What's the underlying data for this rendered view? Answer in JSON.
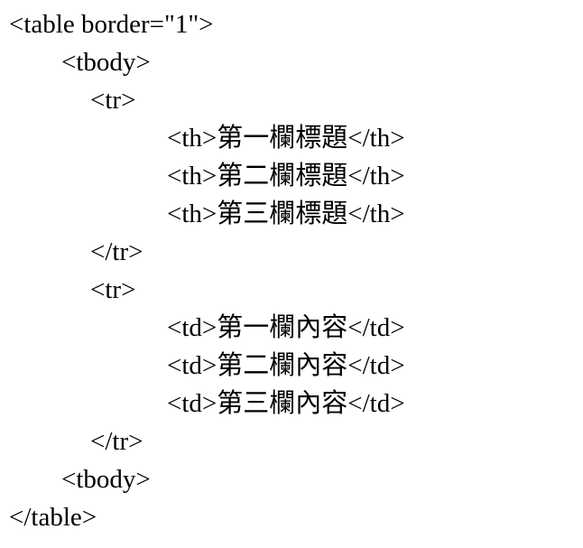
{
  "page": {
    "background_color": "#ffffff",
    "text_color": "#000000",
    "content_type": "html-source-code"
  },
  "code": {
    "language": "html",
    "lines": [
      {
        "indent": 0,
        "text": "<table border=\"1\">"
      },
      {
        "indent": 1,
        "text": "<tbody>"
      },
      {
        "indent": 2,
        "text": "<tr>"
      },
      {
        "indent": 3,
        "text": "<th>第一欄標題</th>"
      },
      {
        "indent": 3,
        "text": "<th>第二欄標題</th>"
      },
      {
        "indent": 3,
        "text": "<th>第三欄標題</th>"
      },
      {
        "indent": 2,
        "text": "</tr>"
      },
      {
        "indent": 2,
        "text": "<tr>"
      },
      {
        "indent": 3,
        "text": "<td>第一欄內容</td>"
      },
      {
        "indent": 3,
        "text": "<td>第二欄內容</td>"
      },
      {
        "indent": 3,
        "text": "<td>第三欄內容</td>"
      },
      {
        "indent": 2,
        "text": "</tr>"
      },
      {
        "indent": 1,
        "text": "<tbody>"
      },
      {
        "indent": 0,
        "text": "</table>"
      }
    ]
  }
}
